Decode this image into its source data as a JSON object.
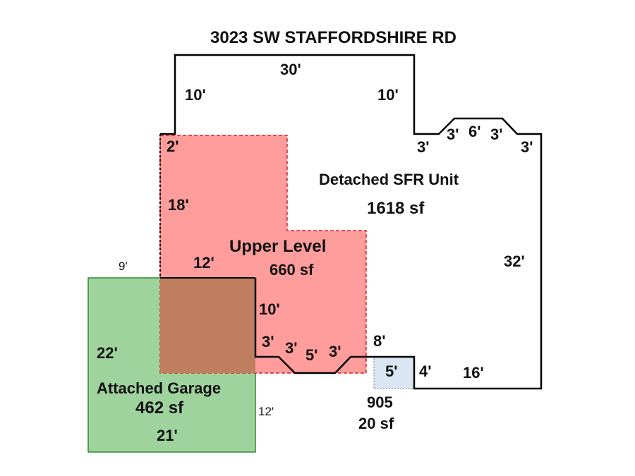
{
  "address": "3023 SW STAFFORDSHIRE RD",
  "colors": {
    "upper": "#ff9c9c",
    "garage": "#9ed39e",
    "overlap": "#bf7f5f",
    "small": "#dbe6f4",
    "upper_border": "#e02020",
    "garage_border": "#2e8b2e"
  },
  "areas": {
    "main": {
      "name": "Detached SFR Unit",
      "area": "1618 sf"
    },
    "upper": {
      "name": "Upper Level",
      "area": "660 sf"
    },
    "garage": {
      "name": "Attached Garage",
      "area": "462 sf"
    },
    "small": {
      "name": "905",
      "area": "20 sf"
    }
  },
  "dims": {
    "top": "30'",
    "left_top": "10'",
    "right_top": "10'",
    "left_jog": "2'",
    "left_mid": "18'",
    "bay_a": "3'",
    "bay_b": "3'",
    "bay_c": "6'",
    "bay_d": "3'",
    "bay_e": "3'",
    "right": "32'",
    "bottom_right": "16'",
    "notch_v": "4'",
    "notch_h": "5'",
    "step_8": "8'",
    "lower_bay_a": "3'",
    "lower_bay_b": "3'",
    "lower_bay_c": "5'",
    "lower_bay_d": "3'",
    "inner_10": "10'",
    "inner_12": "12'",
    "garage_top": "9'",
    "garage_left": "22'",
    "garage_bottom": "21'",
    "garage_right": "12'"
  }
}
